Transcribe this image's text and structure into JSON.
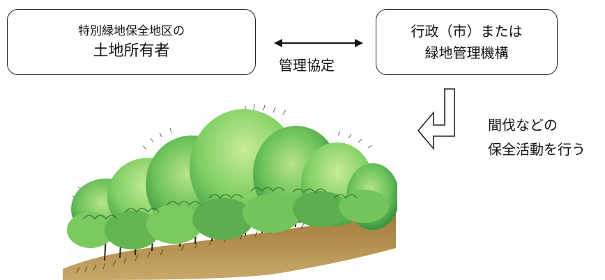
{
  "landowner_box": {
    "line1": "特別緑地保全地区の",
    "line2": "土地所有者"
  },
  "agreement": {
    "label": "管理協定"
  },
  "manager_box": {
    "line1": "行政（市）または",
    "line2": "緑地管理機構"
  },
  "activity": {
    "line1": "間伐などの",
    "line2": "保全活動を行う"
  },
  "colors": {
    "outline": "#222222",
    "tree_light": "#8fd16a",
    "tree_mid": "#4fb15a",
    "tree_dark": "#2f8a3a",
    "ground": "#8a6a2e"
  },
  "icons": [
    "double-headed-arrow-icon",
    "bent-arrow-icon"
  ]
}
